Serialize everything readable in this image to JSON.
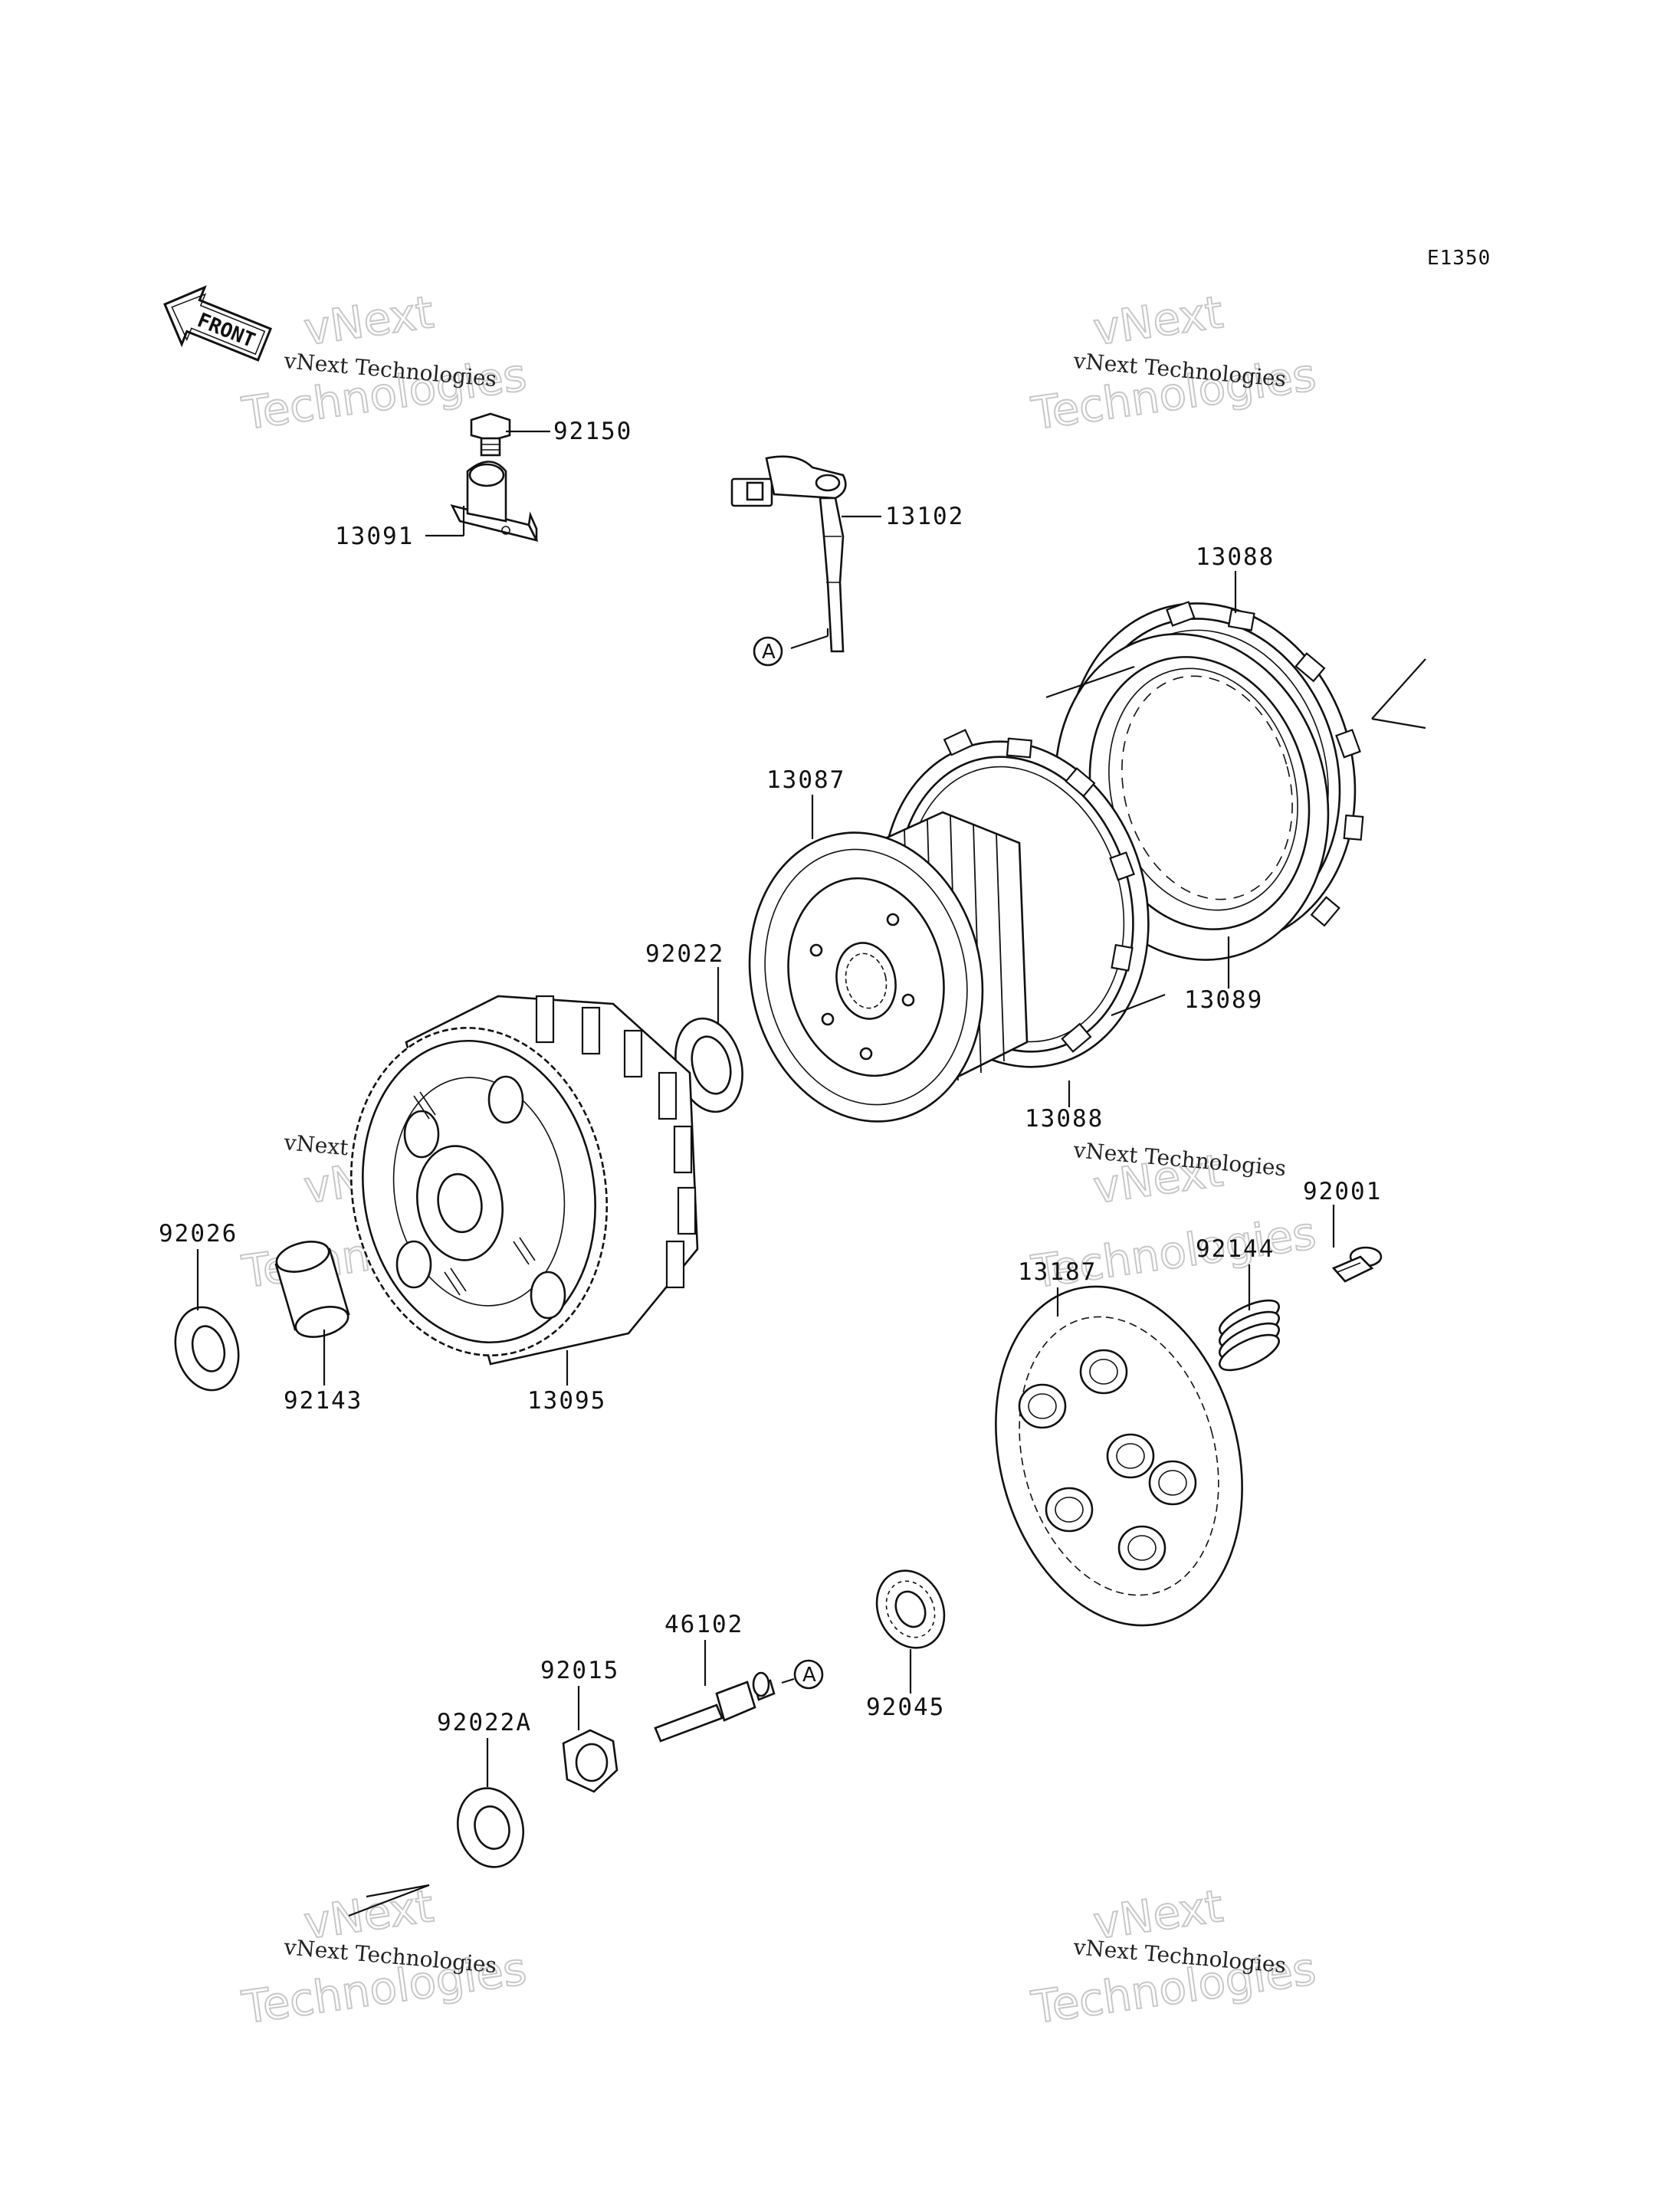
{
  "diagram_code": "E1350",
  "front_label": "FRONT",
  "callout_letter": "A",
  "watermark": {
    "line1": "vNext Technologies",
    "big_top": "vNext",
    "big_bottom": "Technologies"
  },
  "parts": [
    {
      "id": "92150"
    },
    {
      "id": "13091"
    },
    {
      "id": "13102"
    },
    {
      "id": "13088"
    },
    {
      "id": "13087"
    },
    {
      "id": "92022"
    },
    {
      "id": "13089"
    },
    {
      "id": "13088"
    },
    {
      "id": "92001"
    },
    {
      "id": "92026"
    },
    {
      "id": "92144"
    },
    {
      "id": "13187"
    },
    {
      "id": "92143"
    },
    {
      "id": "13095"
    },
    {
      "id": "46102"
    },
    {
      "id": "92015"
    },
    {
      "id": "92045"
    },
    {
      "id": "92022A"
    }
  ]
}
